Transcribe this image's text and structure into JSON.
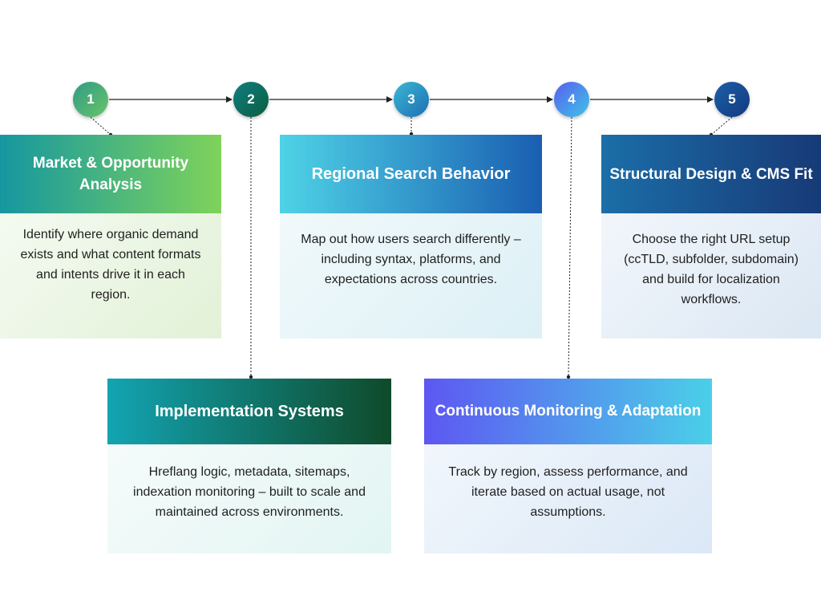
{
  "steps": [
    {
      "number": "1",
      "title": "Market & Opportunity Analysis",
      "description": "Identify where organic demand exists and what content formats and intents drive it in each region."
    },
    {
      "number": "2",
      "title": "Implementation Systems",
      "description": "Hreflang logic, metadata, sitemaps, indexation monitoring – built to scale and maintained across environments."
    },
    {
      "number": "3",
      "title": "Regional Search Behavior",
      "description": "Map out how users search differently – including syntax, platforms, and expectations across countries."
    },
    {
      "number": "4",
      "title": "Continuous Monitoring & Adaptation",
      "description": "Track by region, assess performance, and iterate based on actual usage, not assumptions."
    },
    {
      "number": "5",
      "title": "Structural Design & CMS Fit",
      "description": "Choose the right URL setup (ccTLD, subfolder, subdomain) and build for localization workflows."
    }
  ],
  "colors": {
    "step1": "#1697a0",
    "step2": "#0f4a2a",
    "step3": "#1a5eb1",
    "step4": "#5d57f2",
    "step5": "#173a77",
    "text": "#1f1f1f"
  }
}
